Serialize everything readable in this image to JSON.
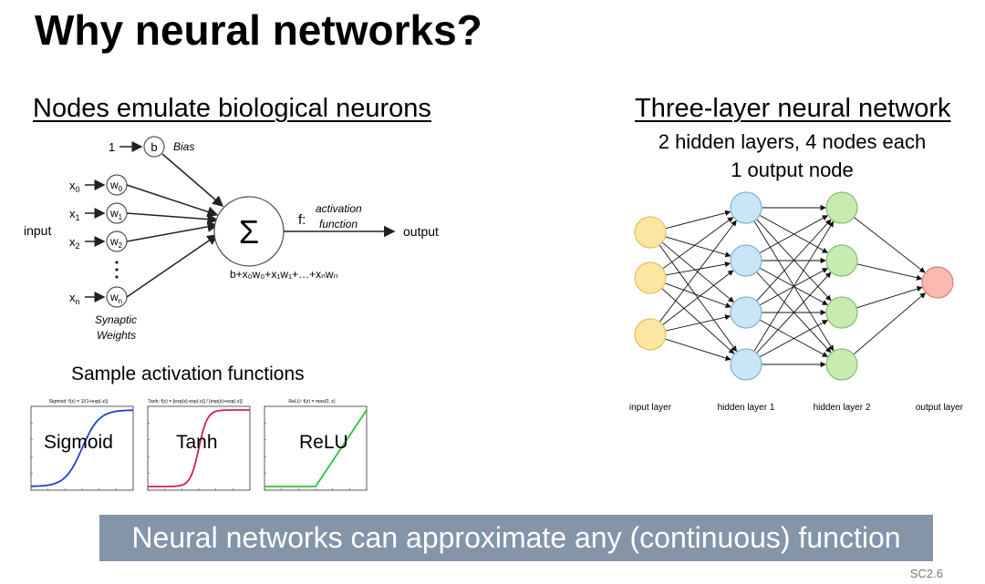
{
  "title": "Why neural networks?",
  "left_heading": "Nodes emulate biological neurons",
  "right_heading": "Three-layer neural network",
  "right_sub1": "2 hidden layers, 4 nodes each",
  "right_sub2": "1 output node",
  "neuron": {
    "bias_input": "1",
    "bias_node": "b",
    "bias_label": "Bias",
    "input_label": "input",
    "sum_symbol": "Σ",
    "f_label": "f:",
    "activation_line1": "activation",
    "activation_line2": "function",
    "output_label": "output",
    "synaptic_line1": "Synaptic",
    "synaptic_line2": "Weights",
    "inputs": [
      {
        "x": "x",
        "sub": "0",
        "w": "w",
        "wsub": "0"
      },
      {
        "x": "x",
        "sub": "1",
        "w": "w",
        "wsub": "1"
      },
      {
        "x": "x",
        "sub": "2",
        "w": "w",
        "wsub": "2"
      },
      {
        "x": "x",
        "sub": "n",
        "w": "w",
        "wsub": "n"
      }
    ],
    "formula": "b+x₀w₀+x₁w₁+…+xₙwₙ"
  },
  "activation": {
    "heading": "Sample activation functions",
    "plots": [
      {
        "name": "Sigmoid",
        "header": "Sigmoid:  f(z) = 1/(1+exp(-z))",
        "color": "#1f3fd6"
      },
      {
        "name": "Tanh",
        "header": "Tanh:  f(z) = [exp(z)-exp(-z)] / [exp(z)+exp(-z)]",
        "color": "#d6204a"
      },
      {
        "name": "ReLU",
        "header": "ReLU:  f(z) = max(0, z)",
        "color": "#2fbf3f"
      }
    ]
  },
  "network": {
    "layers": [
      {
        "label": "input layer",
        "nodes": 3,
        "fill": "#fde6a2",
        "stroke": "#e0c060"
      },
      {
        "label": "hidden layer 1",
        "nodes": 4,
        "fill": "#c9e6f8",
        "stroke": "#7fb3d6"
      },
      {
        "label": "hidden layer 2",
        "nodes": 4,
        "fill": "#c6ecb0",
        "stroke": "#86c06a"
      },
      {
        "label": "output layer",
        "nodes": 1,
        "fill": "#f9b8b0",
        "stroke": "#d88078"
      }
    ]
  },
  "banner": "Neural networks can approximate any (continuous) function",
  "slide_number": "SC2.6"
}
